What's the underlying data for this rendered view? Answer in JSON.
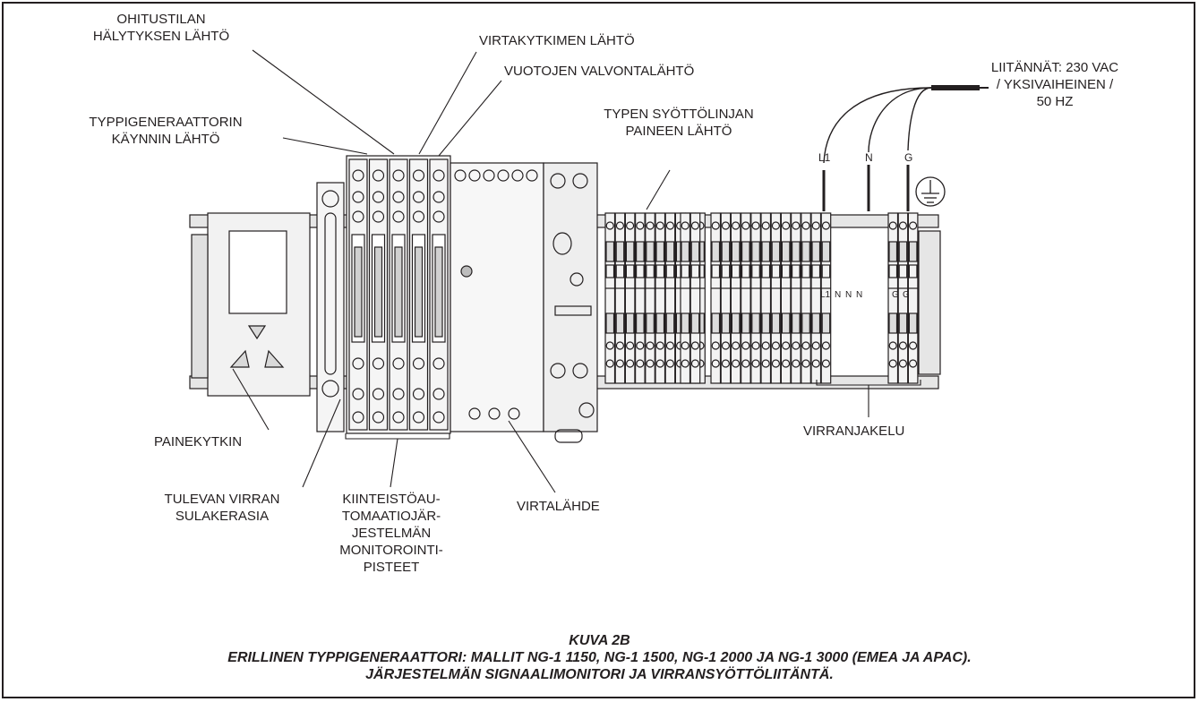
{
  "labels": {
    "bypass_alarm": [
      "OHITUSTILAN",
      "HÄLYTYKSEN LÄHTÖ"
    ],
    "power_switch_output": "VIRTAKYTKIMEN LÄHTÖ",
    "leak_monitor_output": "VUOTOJEN VALVONTALÄHTÖ",
    "generator_start": [
      "TYPPIGENERAATTORIN",
      "KÄYNNIN LÄHTÖ"
    ],
    "supply_pressure": [
      "TYPEN SYÖTTÖLINJAN",
      "PAINEEN LÄHTÖ"
    ],
    "connections": [
      "LIITÄNNÄT: 230 VAC",
      "/ YKSIVAIHEINEN /",
      "50 HZ"
    ],
    "pressure_switch": "PAINEKYTKIN",
    "fuse_box": [
      "TULEVAN VIRRAN",
      "SULAKERASIA"
    ],
    "bas_points": [
      "KIINTEISTÖAU-",
      "TOMAATIOJÄR-",
      "JESTELMÄN",
      "MONITOROINTI-",
      "PISTEET"
    ],
    "power_supply": "VIRTALÄHDE",
    "power_distribution": "VIRRANJAKELU"
  },
  "terminals": {
    "wire_l1": "L1",
    "wire_n": "N",
    "wire_g": "G",
    "block_marks": [
      "L1",
      "N",
      "N",
      "N",
      "G",
      "G"
    ]
  },
  "caption": {
    "line1": "KUVA 2B",
    "line2": "ERILLINEN TYPPIGENERAATTORI: MALLIT NG-1 1150, NG-1 1500, NG-1 2000 JA NG-1 3000 (EMEA JA APAC).",
    "line3": "JÄRJESTELMÄN SIGNAALIMONITORI JA VIRRANSYÖTTÖLIITÄNTÄ."
  }
}
